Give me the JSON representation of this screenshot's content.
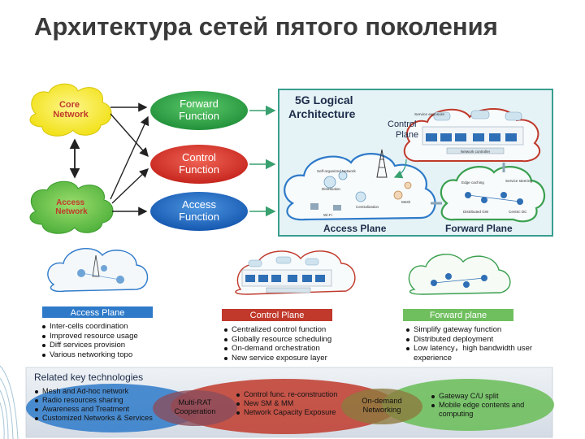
{
  "slide": {
    "title": "Архитектура сетей пятого поколения"
  },
  "left_diagram": {
    "core_network": "Core\nNetwork",
    "access_network": "Access\nNetwork",
    "forward_function": "Forward\nFunction",
    "control_function": "Control\nFunction",
    "access_function": "Access\nFunction"
  },
  "logical_architecture": {
    "title": "5G Logical\nArchitecture",
    "control_plane": "Control\nPlane",
    "access_plane": "Access Plane",
    "forward_plane": "Forward Plane",
    "network_controller": "Network controller",
    "service_exposure": "Service exposure",
    "self_organized_network": "Self-organized Network",
    "distribution": "Distribution",
    "centralization": "Centralization",
    "mesh": "Mesh",
    "wifi": "Wi-Fi",
    "edge_caching": "Edge caching",
    "service_steering": "Service steering",
    "distributed_gw": "Distributed GW",
    "centric_dc": "Centric DC"
  },
  "planes": {
    "access": {
      "label": "Access Plane",
      "color": "#2e7ac9",
      "bullets": [
        "Inter-cells coordination",
        "Improved resource usage",
        "Diff services provision",
        "Various networking topo"
      ]
    },
    "control": {
      "label": "Control Plane",
      "color": "#c0392b",
      "bullets": [
        "Centralized control function",
        "Globally resource scheduling",
        "On-demand orchestration",
        "New service exposure layer"
      ]
    },
    "forward": {
      "label": "Forward plane",
      "color": "#5fb85a",
      "bullets": [
        "Simplify gateway function",
        "Distributed deployment",
        "Low latency，high bandwidth user experience"
      ]
    }
  },
  "key_technologies": {
    "title": "Related key technologies",
    "access_items": [
      "Mesh and Ad-hoc network",
      "Radio resources sharing",
      "Awareness and Treatment",
      "Customized Networks & Services"
    ],
    "multi_rat": "Multi-RAT\nCooperation",
    "control_items": [
      "Control func. re-construction",
      "New SM & MM",
      "Network Capacity Exposure"
    ],
    "on_demand": "On-demand\nNetworking",
    "forward_items": [
      "Gateway C/U split",
      "Mobile edge contents and computing"
    ]
  },
  "colors": {
    "title": "#3a3a3a",
    "core_network": "#f3ea2b",
    "access_network": "#5fb84a",
    "forward_function": "#2f9e44",
    "control_function": "#d6342b",
    "access_function": "#1f6fc8",
    "panel_border": "#3a9d8f",
    "panel_fill": "#e6f3f6",
    "bottom_band": "#dde3ea"
  }
}
